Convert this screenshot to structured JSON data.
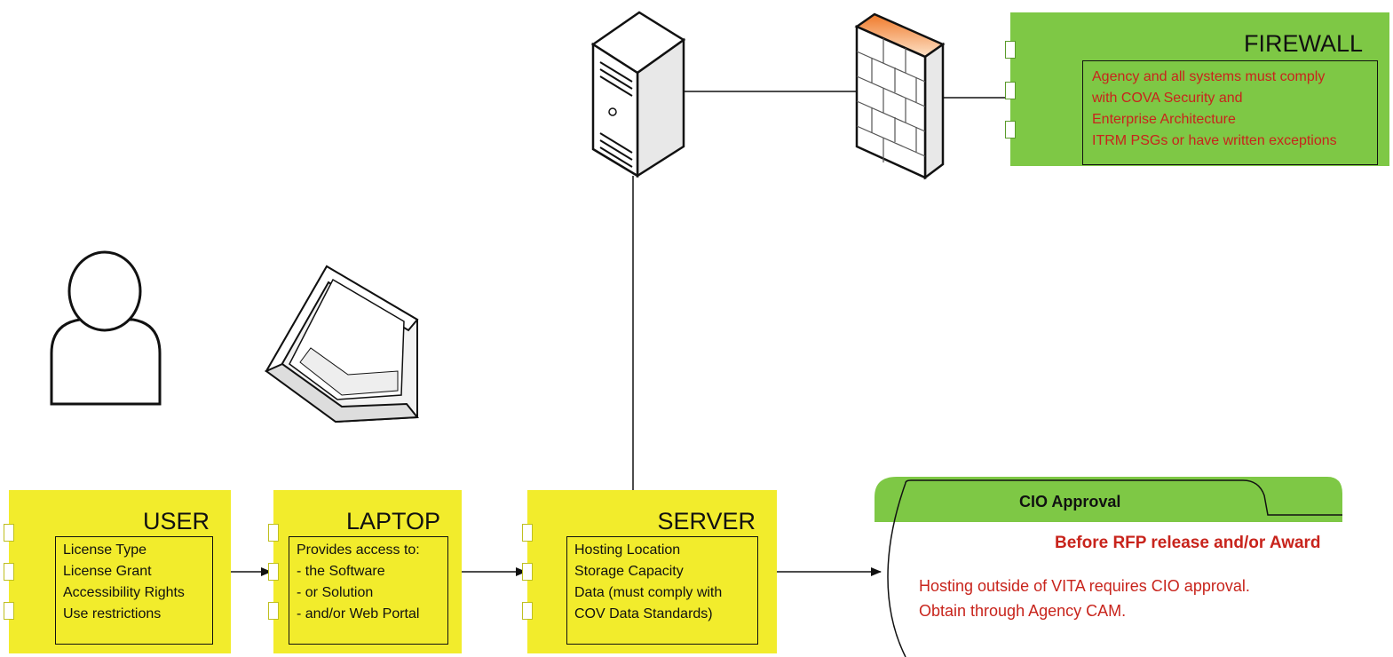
{
  "firewall": {
    "title": "FIREWALL",
    "lines": [
      "Agency and all systems must comply",
      "with COVA Security and",
      "Enterprise Architecture",
      "ITRM PSGs or have written exceptions"
    ]
  },
  "user_box": {
    "title": "USER",
    "lines": [
      "License Type",
      "License Grant",
      "Accessibility Rights",
      "Use restrictions"
    ]
  },
  "laptop_box": {
    "title": "LAPTOP",
    "lines": [
      "Provides access to:",
      "- the Software",
      "- or Solution",
      "- and/or Web Portal"
    ]
  },
  "server_box": {
    "title": "SERVER",
    "lines": [
      "Hosting Location",
      "Storage Capacity",
      "Data (must comply with",
      "COV Data Standards)"
    ]
  },
  "cio": {
    "title": "CIO Approval",
    "subtitle": "Before RFP release and/or Award",
    "body": [
      "Hosting outside of VITA requires CIO approval.",
      "Obtain through Agency CAM."
    ]
  },
  "colors": {
    "yellow_box": "#f2ec2c",
    "green_box": "#7ec845",
    "alert_text": "#c8241c"
  },
  "icons": [
    "user-icon",
    "laptop-icon",
    "server-icon",
    "firewall-icon"
  ]
}
